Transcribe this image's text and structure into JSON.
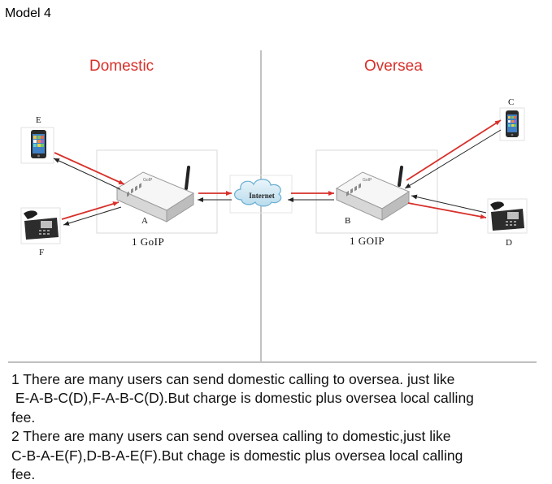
{
  "title": "Model 4",
  "sections": {
    "left": "Domestic",
    "right": "Oversea"
  },
  "cloud_label": "Internet",
  "nodes": {
    "A": "A",
    "B": "B",
    "C": "C",
    "D": "D",
    "E": "E",
    "F": "F",
    "goip_left": "1 GoIP",
    "goip_right": "1 GOIP",
    "device_brand": "GoIP"
  },
  "description": [
    "1 There are many users can send domestic calling to oversea. just like",
    " E-A-B-C(D),F-A-B-C(D).But charge is domestic plus oversea local calling",
    "fee.",
    "2 There are many users can send oversea calling to domestic,just like",
    "C-B-A-E(F),D-B-A-E(F).But chage is domestic plus oversea local calling",
    "fee."
  ],
  "colors": {
    "accent": "#d8302a",
    "line": "#333333",
    "divider": "#9a9a9a"
  }
}
